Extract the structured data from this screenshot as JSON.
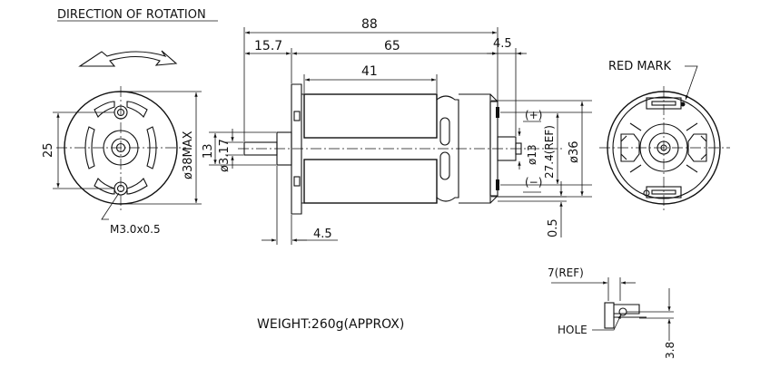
{
  "title": "DIRECTION OF ROTATION",
  "dims": {
    "overall_length": "88",
    "shaft_length": "15.7",
    "body_length": "65",
    "terminal_offset": "4.5",
    "can_length": "41",
    "mount_spacing": "25",
    "can_diameter": "ø38MAX",
    "boss_diameter": "13",
    "shaft_diameter": "ø3.17",
    "rear_boss_diameter": "ø13",
    "terminal_spacing": "27.4(REF)",
    "rear_diameter": "ø36",
    "boss_length": "4.5",
    "terminal_thickness": "0.5",
    "terminal_length": "7(REF)",
    "hole_offset": "3.8"
  },
  "labels": {
    "plus": "(+)",
    "minus": "(−)",
    "red_mark": "RED MARK",
    "mount_thread": "M3.0x0.5",
    "hole": "HOLE",
    "weight": "WEIGHT:260g(APPROX)"
  }
}
